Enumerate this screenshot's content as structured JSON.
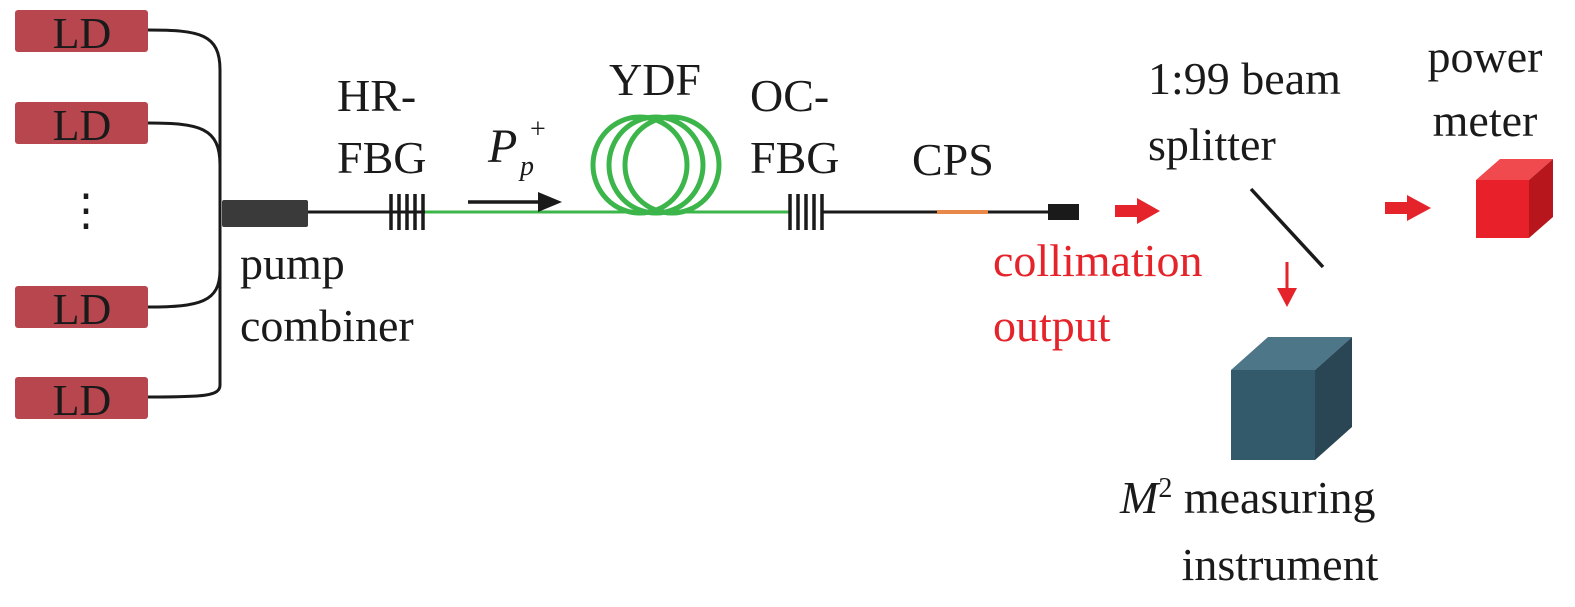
{
  "ld_sources": [
    {
      "label": "LD"
    },
    {
      "label": "LD"
    },
    {
      "label": "LD"
    },
    {
      "label": "LD"
    }
  ],
  "ld_ellipsis": "⋮",
  "labels": {
    "pump_combiner": [
      "pump",
      "combiner"
    ],
    "hr_fbg": [
      "HR-",
      "FBG"
    ],
    "pump_power_symbol": "P",
    "pump_power_sub": "p",
    "pump_power_sup": "+",
    "ydf": "YDF",
    "oc_fbg": [
      "OC-",
      "FBG"
    ],
    "cps": "CPS",
    "collimation_output": [
      "collimation",
      "output"
    ],
    "beam_splitter": [
      "1:99 beam",
      "splitter"
    ],
    "power_meter": [
      "power",
      "meter"
    ],
    "m2_symbol": "M",
    "m2_sup": "2",
    "m2_rest": " measuring",
    "m2_line2": "instrument"
  },
  "colors": {
    "ld_fill": "#b8464f",
    "fiber_black": "#1a1a1a",
    "fiber_green": "#3cb54a",
    "cps": "#e8884a",
    "beam_red": "#e5232a",
    "power_meter_front": "#e8202a",
    "power_meter_top": "#f04a4f",
    "power_meter_side": "#b8161d",
    "m2_front": "#325a6b",
    "m2_top": "#4d7688",
    "m2_side": "#2a4654",
    "combiner": "#3a3a3a"
  }
}
